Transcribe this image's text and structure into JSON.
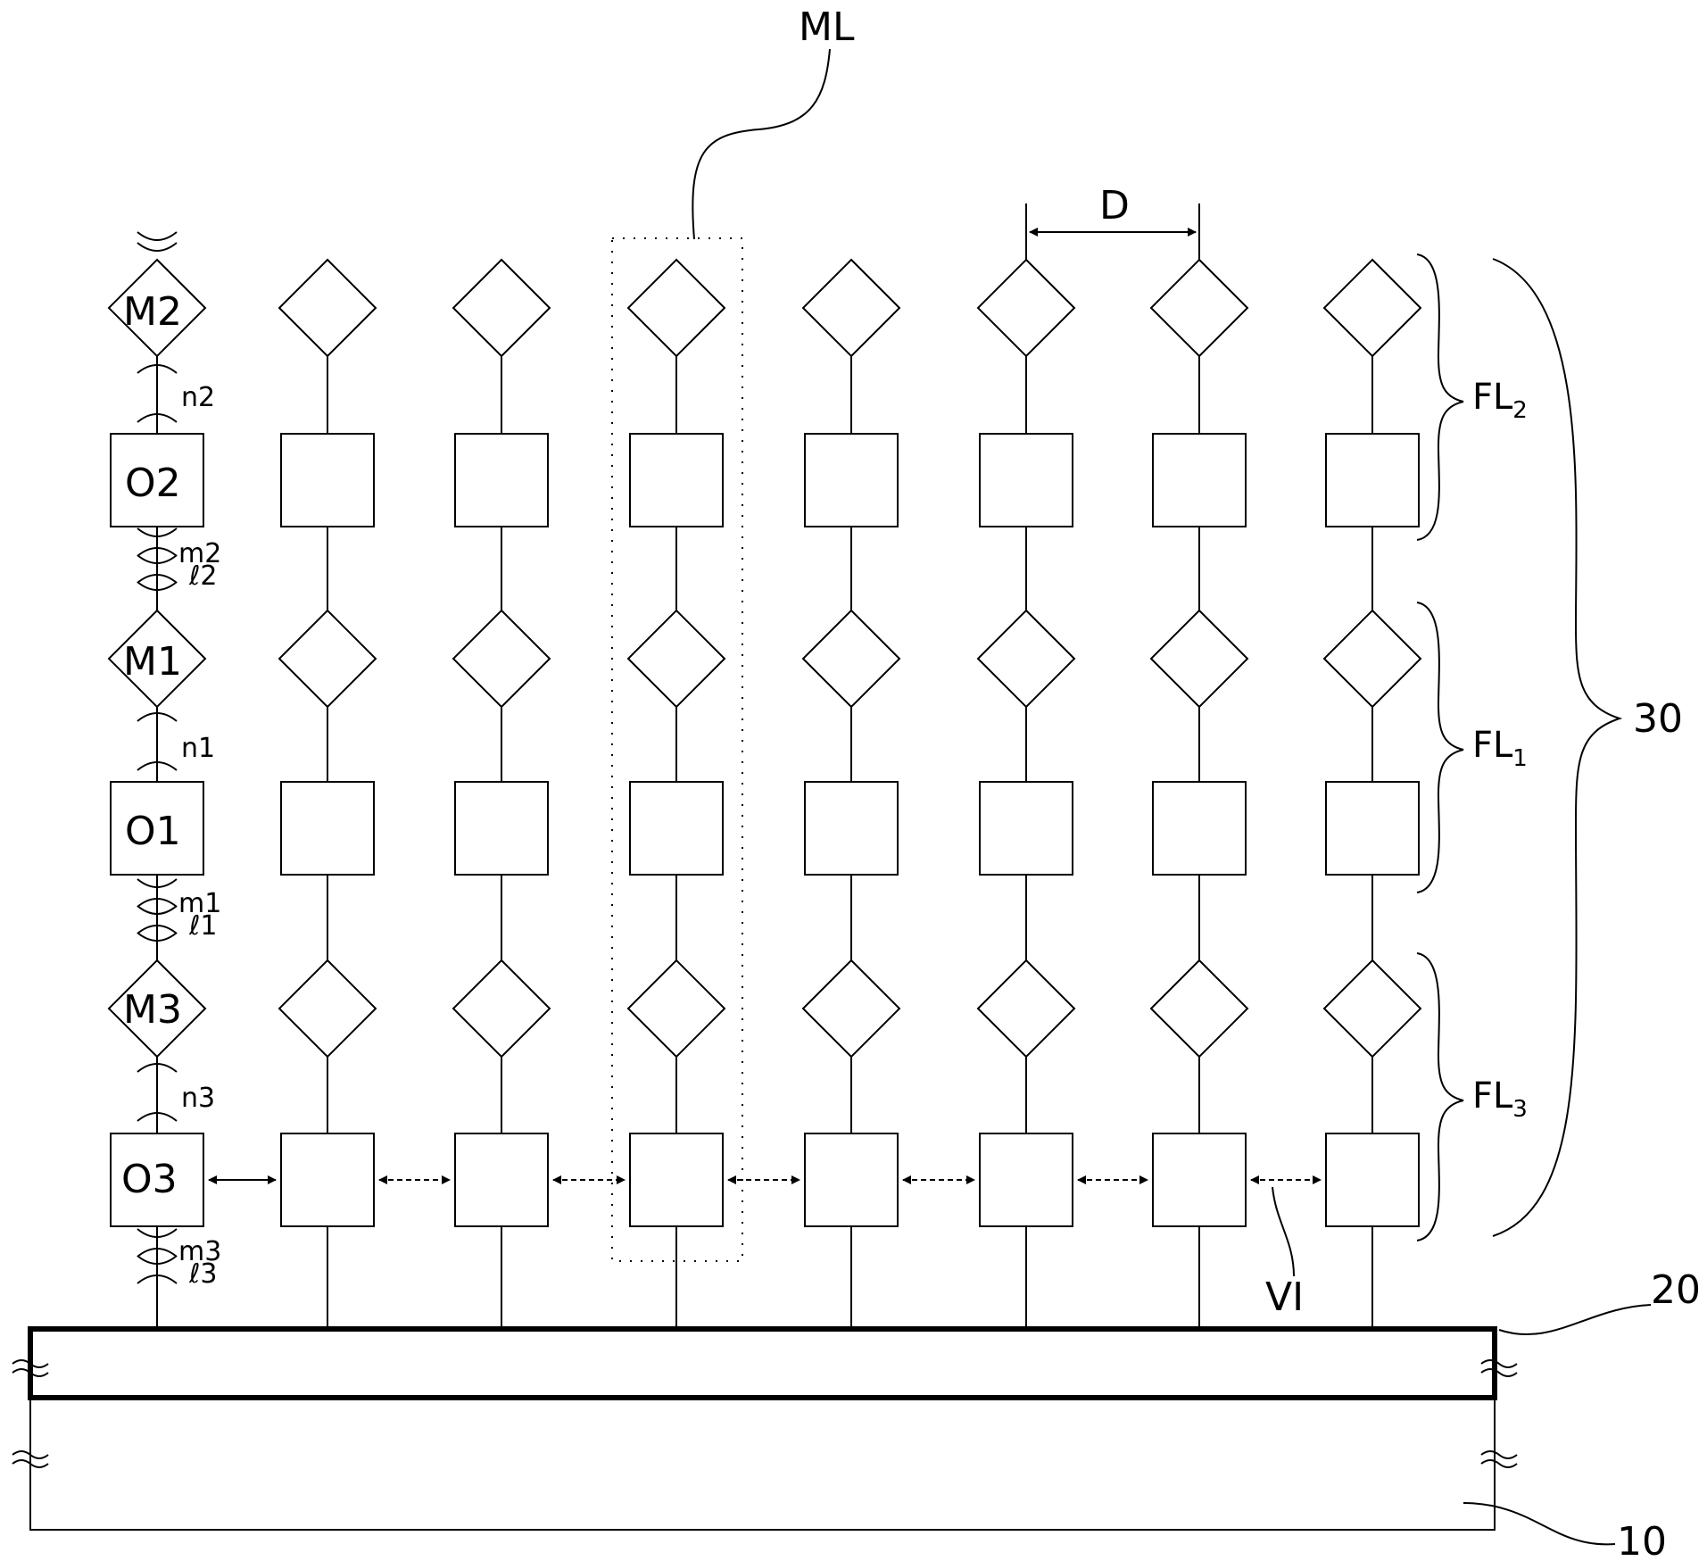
{
  "labels": {
    "ml": "ML",
    "d": "D",
    "fl2": "FL",
    "fl2_sub": "2",
    "fl1": "FL",
    "fl1_sub": "1",
    "fl3": "FL",
    "fl3_sub": "3",
    "ref_30": "30",
    "ref_20": "20",
    "ref_10": "10",
    "vi": "VI",
    "m2": "M2",
    "m1": "M1",
    "m3": "M3",
    "o2": "O2",
    "o1": "O1",
    "o3": "O3",
    "n2": "n2",
    "n1": "n1",
    "n3": "n3",
    "m2_small": "m2",
    "l2": "ℓ2",
    "m1_small": "m1",
    "l1": "ℓ1",
    "m3_small": "m3",
    "l3": "ℓ3"
  },
  "structure": {
    "column_count": 8,
    "levels": [
      "M2",
      "O2",
      "M1",
      "O1",
      "M3",
      "O3"
    ]
  }
}
